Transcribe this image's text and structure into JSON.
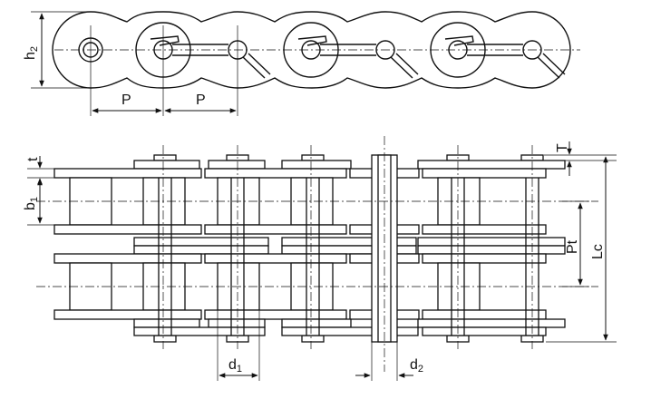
{
  "diagram": {
    "type": "duplex-roller-chain-technical-drawing",
    "colors": {
      "line": "#111111",
      "background": "#ffffff"
    },
    "labels": {
      "h2": {
        "main": "h",
        "sub": "2"
      },
      "p_left": "P",
      "p_right": "P",
      "t": "t",
      "b1": {
        "main": "b",
        "sub": "1"
      },
      "T": "T",
      "Pt": "Pt",
      "Lc": "Lc",
      "d1": {
        "main": "d",
        "sub": "1"
      },
      "d2": {
        "main": "d",
        "sub": "2"
      }
    }
  }
}
